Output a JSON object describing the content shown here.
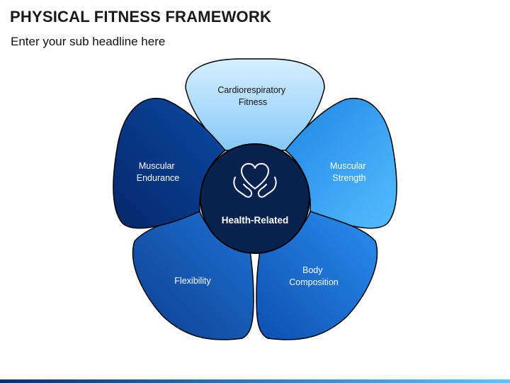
{
  "header": {
    "title": "PHYSICAL FITNESS FRAMEWORK",
    "subtitle": "Enter your sub headline here"
  },
  "center": {
    "label": "Health-Related",
    "icon": "heart-in-hands-icon"
  },
  "petals": [
    {
      "id": "cardio",
      "lines": [
        "Cardiorespiratory",
        "Fitness"
      ]
    },
    {
      "id": "strength",
      "lines": [
        "Muscular",
        "Strength"
      ]
    },
    {
      "id": "body",
      "lines": [
        "Body",
        "Composition"
      ]
    },
    {
      "id": "flex",
      "lines": [
        "Flexibility"
      ]
    },
    {
      "id": "endurance",
      "lines": [
        "Muscular",
        "Endurance"
      ]
    }
  ],
  "colors": {
    "cardio_light": "#d6efff",
    "cardio_dark": "#86c9f8",
    "strength_light": "#56bcff",
    "strength_dark": "#1c86e4",
    "body_light": "#2a8ff0",
    "body_dark": "#0d4fb1",
    "flex_light": "#1f72d2",
    "flex_dark": "#0c3f91",
    "endurance_light": "#0a4aa3",
    "endurance_dark": "#06276a",
    "center_fill": "#08224f",
    "outline": "#000000",
    "bar_left": "#0a2f6e",
    "bar_right": "#5fc3ff"
  }
}
